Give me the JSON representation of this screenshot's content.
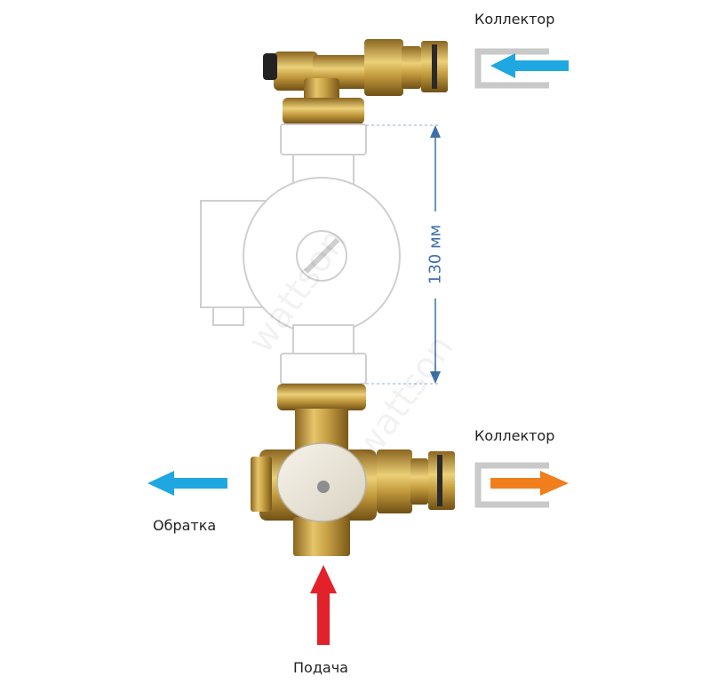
{
  "labels": {
    "collector_top": "Коллектор",
    "collector_bottom": "Коллектор",
    "return": "Обратка",
    "supply": "Подача"
  },
  "dimension": {
    "text": "130 мм"
  },
  "watermark": "wattson",
  "colors": {
    "arrow_blue": "#1ea7e1",
    "arrow_orange": "#f07e1d",
    "arrow_red": "#e3212b",
    "bracket_gray": "#c9c9c9",
    "dimension_blue": "#3e6fa8",
    "brass": "#c39a3e",
    "pump_outline": "#cfcfcf"
  }
}
